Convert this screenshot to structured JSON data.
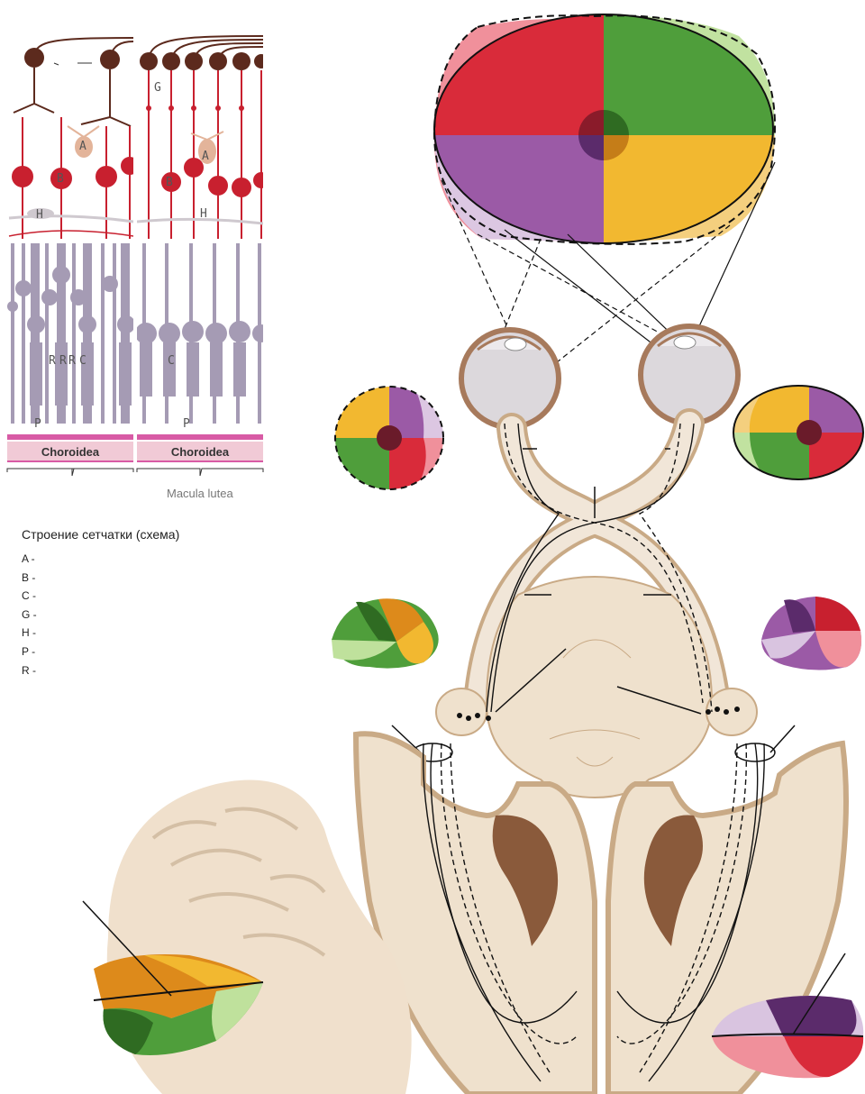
{
  "retina": {
    "labels": {
      "A": "A",
      "B": "B",
      "G": "G",
      "H": "H",
      "P": "P",
      "R": "R",
      "C": "C"
    },
    "choroid_left": "Choroidea",
    "choroid_right": "Choroidea",
    "macula": "Macula lutea"
  },
  "caption": "Строение сетчатки (схема)",
  "legend": [
    {
      "key": "A -"
    },
    {
      "key": "B -"
    },
    {
      "key": "C -"
    },
    {
      "key": "G -"
    },
    {
      "key": "H -"
    },
    {
      "key": "P -"
    },
    {
      "key": "R -"
    }
  ],
  "colors": {
    "red": "#d92b3a",
    "green": "#4f9e3b",
    "purple": "#9b5aa6",
    "yellow": "#f2b830",
    "pink": "#f1909a",
    "light_green": "#bfe19c",
    "lavender": "#d9c4e0",
    "neuron_red": "#c8202f",
    "neuron_brown": "#5c2a1d",
    "receptor": "#a59bb4",
    "brain": "#f0e2cf",
    "brain_outline": "#c9aa86"
  }
}
